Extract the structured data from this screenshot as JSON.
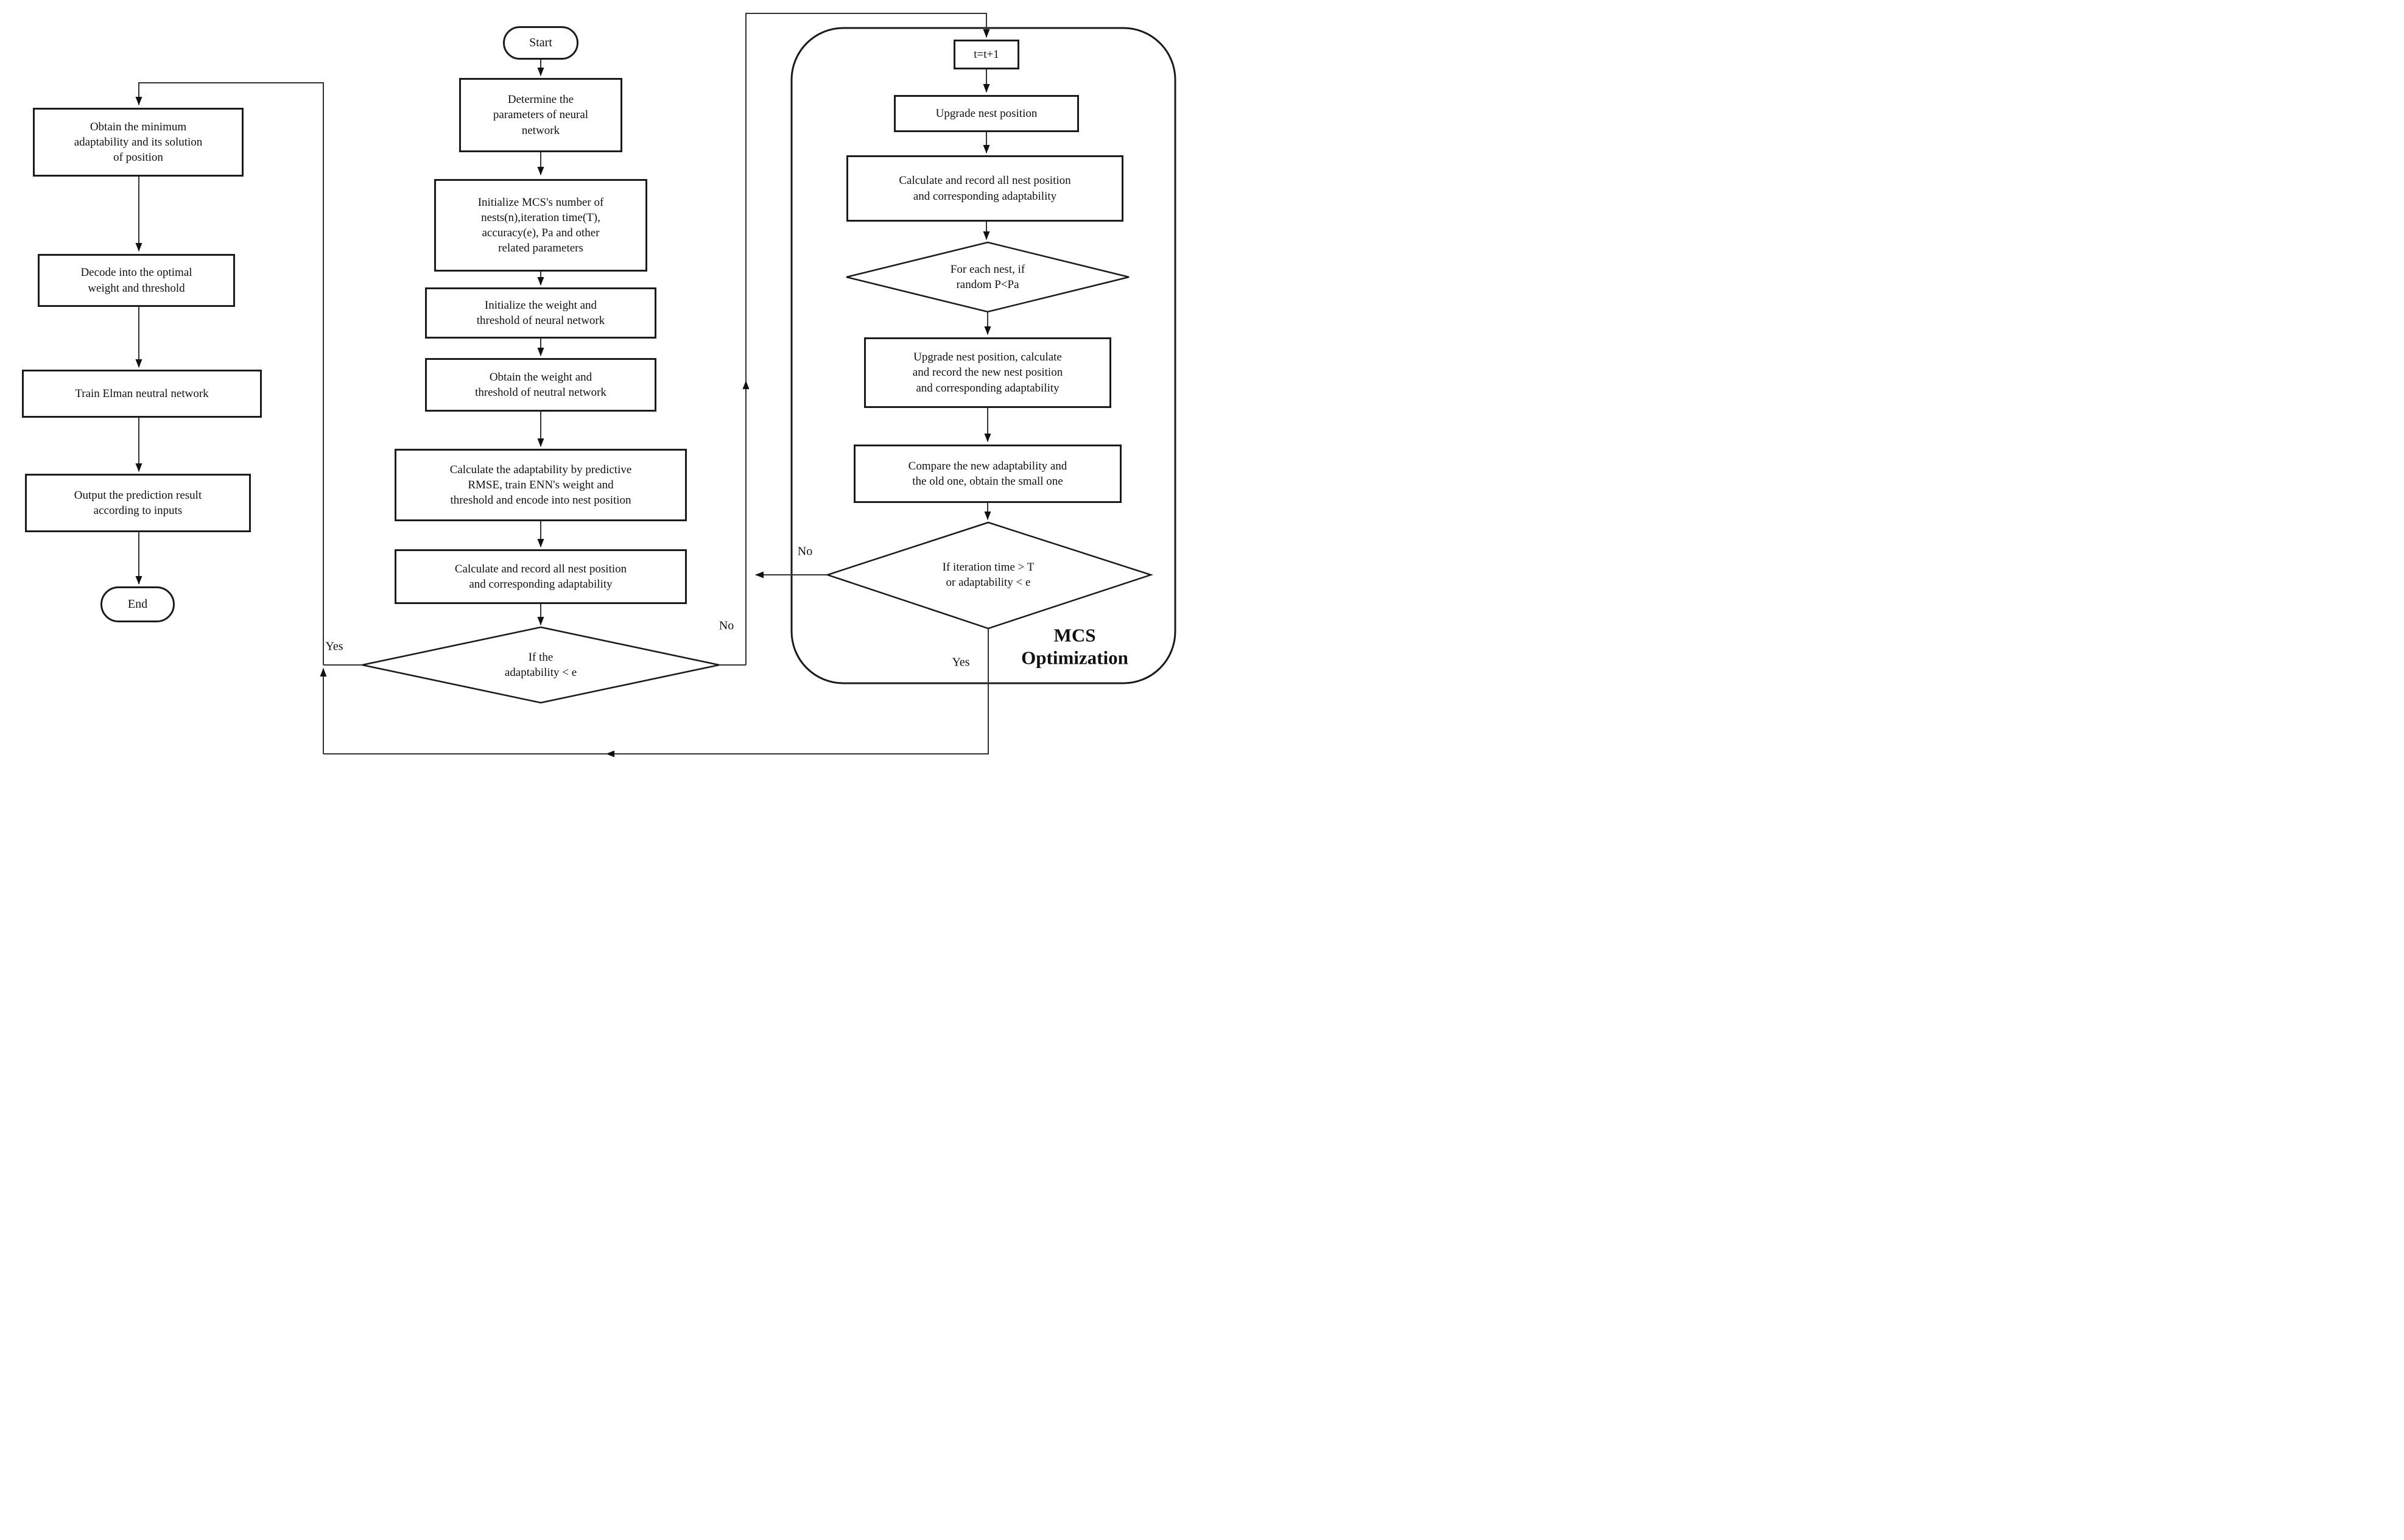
{
  "nodes": {
    "start": "Start",
    "determine": "Determine the\nparameters of neural\nnetwork",
    "init_mcs": "Initialize MCS's number of\nnests(n),iteration time(T),\naccuracy(e), Pa and other\nrelated parameters",
    "init_weight": "Initialize the weight and\nthreshold of neural network",
    "obtain_weight": "Obtain the weight and\nthreshold of neutral network",
    "calc_adapt": "Calculate the adaptability by predictive\nRMSE, train ENN's weight and\nthreshold and encode into nest position",
    "calc_record": "Calculate and record all nest position\nand corresponding adaptability",
    "if_adapt": "If the\nadaptability < e",
    "obtain_min": "Obtain the minimum\nadaptability and its solution\nof position",
    "decode": "Decode into the optimal\nweight and threshold",
    "train": "Train Elman neutral network",
    "output": "Output the prediction result\naccording to inputs",
    "end": "End",
    "t_inc": "t=t+1",
    "upgrade": "Upgrade nest position",
    "r_calc_record": "Calculate and record all nest position\nand corresponding adaptability",
    "for_each": "For each nest, if\nrandom P<Pa",
    "upgrade_calc": "Upgrade nest position, calculate\nand record the new nest position\nand corresponding adaptability",
    "compare": "Compare the new adaptability and\nthe old one, obtain the small one",
    "if_iter": "If iteration time > T\nor adaptability < e"
  },
  "edge_labels": {
    "yes_mid": "Yes",
    "no_mid": "No",
    "no_loop": "No",
    "yes_loop": "Yes"
  },
  "container_label": "MCS\nOptimization"
}
